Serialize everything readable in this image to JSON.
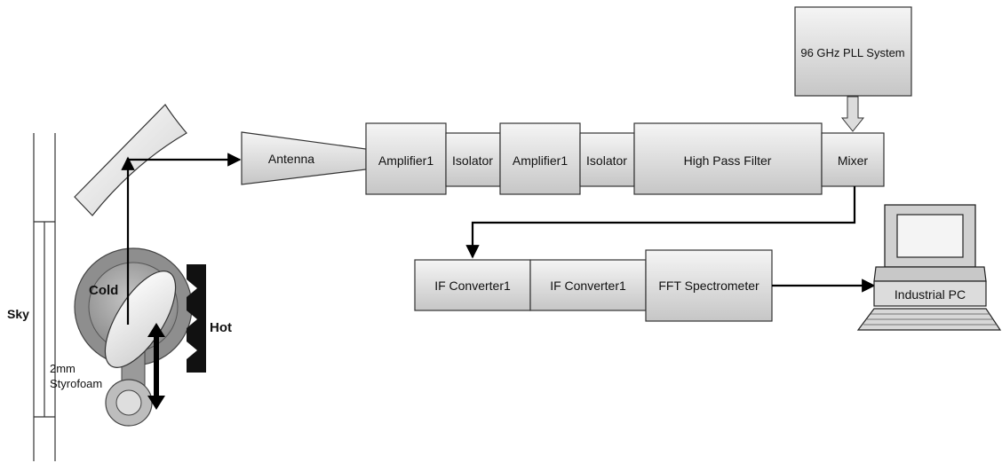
{
  "labels": {
    "sky": "Sky",
    "cold": "Cold",
    "hot": "Hot",
    "styrofoam_line1": "2mm",
    "styrofoam_line2": "Styrofoam",
    "antenna": "Antenna",
    "amplifier_a": "Amplifier1",
    "isolator_a": "Isolator",
    "amplifier_b": "Amplifier1",
    "isolator_b": "Isolator",
    "high_pass_filter": "High Pass Filter",
    "mixer": "Mixer",
    "pll_system": "96 GHz PLL System",
    "if_converter_a": "IF Converter1",
    "if_converter_b": "IF Converter1",
    "fft_spectrometer": "FFT Spectrometer",
    "industrial_pc": "Industrial PC"
  },
  "colors": {
    "block_fill_top": "#f2f2f2",
    "block_fill_bottom": "#c8c8c8",
    "cold_outer": "#8a8a8a",
    "cold_inner": "#b8b8b8",
    "hot_absorber": "#111111",
    "line": "#000000"
  }
}
